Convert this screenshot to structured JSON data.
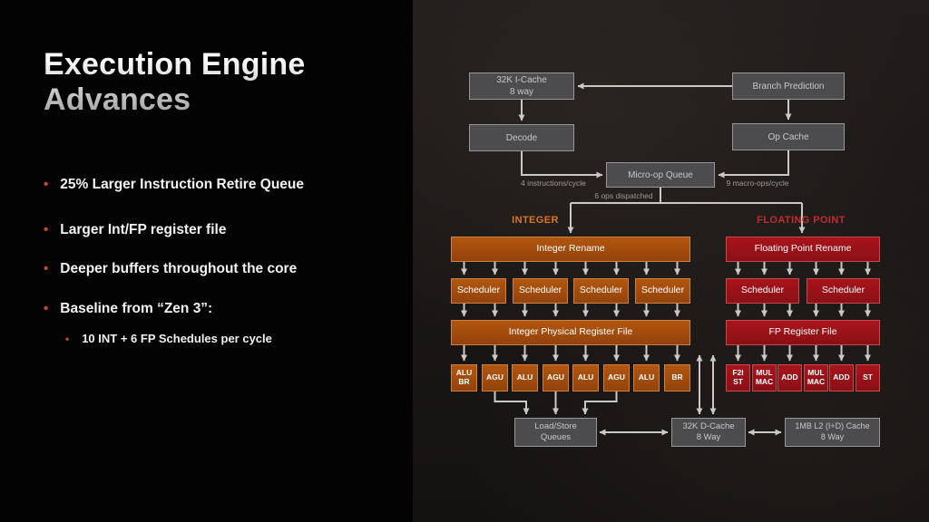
{
  "slide": {
    "title_line1": "Execution Engine",
    "title_line2": "Advances",
    "bullets": [
      "25% Larger Instruction Retire Queue",
      "Larger Int/FP register file",
      "Deeper buffers throughout the core",
      "Baseline from “Zen 3”:"
    ],
    "sub_bullet": "10 INT + 6 FP Schedules per cycle"
  },
  "colors": {
    "integer_accent": "#c9691e",
    "fp_accent": "#b02025",
    "box_gray": "#4c4c4e",
    "arrow": "#c9c9c9",
    "bullet_dot": "#c84a22"
  },
  "diagram": {
    "front_end": {
      "icache": "32K I-Cache\n8 way",
      "branch_prediction": "Branch Prediction",
      "decode": "Decode",
      "op_cache": "Op Cache",
      "micro_op_queue": "Micro-op Queue"
    },
    "labels": {
      "instructions_per_cycle": "4 instructions/cycle",
      "macro_ops_per_cycle": "9 macro-ops/cycle",
      "ops_dispatched": "6 ops dispatched",
      "integer": "INTEGER",
      "floating_point": "FLOATING POINT"
    },
    "integer": {
      "rename": "Integer Rename",
      "schedulers": [
        "Scheduler",
        "Scheduler",
        "Scheduler",
        "Scheduler"
      ],
      "register_file": "Integer Physical Register File",
      "exec_units": [
        "ALU\nBR",
        "AGU",
        "ALU",
        "AGU",
        "ALU",
        "AGU",
        "ALU",
        "BR"
      ]
    },
    "fp": {
      "rename": "Floating Point Rename",
      "schedulers": [
        "Scheduler",
        "Scheduler"
      ],
      "register_file": "FP Register File",
      "exec_units": [
        "F2I\nST",
        "MUL\nMAC",
        "ADD",
        "MUL\nMAC",
        "ADD",
        "ST"
      ]
    },
    "memory": {
      "load_store": "Load/Store\nQueues",
      "dcache": "32K D-Cache\n8 Way",
      "l2": "1MB L2 (I+D) Cache\n8 Way"
    }
  }
}
